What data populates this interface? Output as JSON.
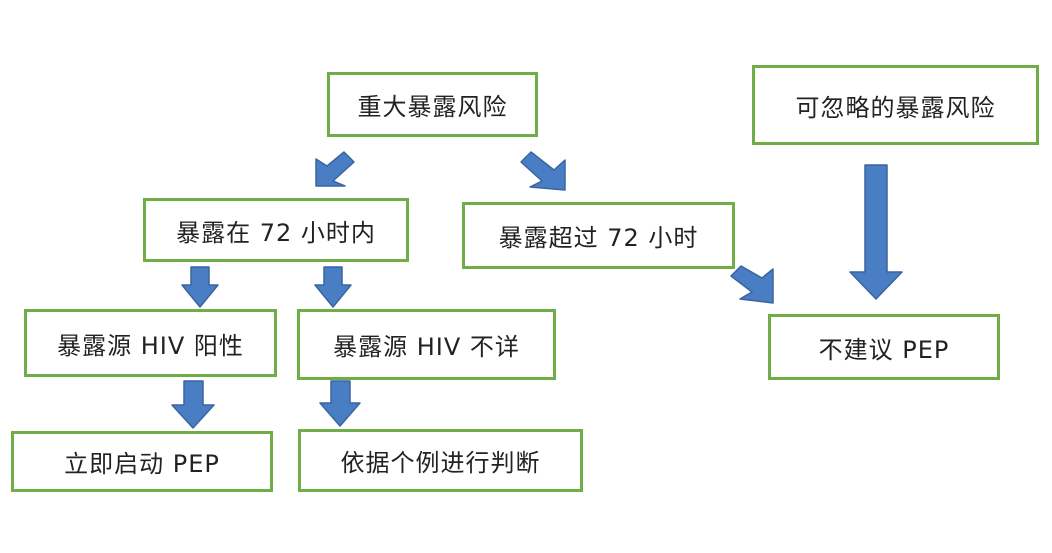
{
  "diagram": {
    "nodes": {
      "major_risk": "重大暴露风险",
      "negligible_risk": "可忽略的暴露风险",
      "within_72h": "暴露在 72 小时内",
      "over_72h": "暴露超过 72 小时",
      "source_hiv_positive": "暴露源 HIV 阳性",
      "source_hiv_unknown": "暴露源 HIV 不详",
      "no_pep": "不建议 PEP",
      "start_pep": "立即启动 PEP",
      "case_by_case": "依据个例进行判断"
    },
    "edges": [
      {
        "from": "major_risk",
        "to": "within_72h"
      },
      {
        "from": "major_risk",
        "to": "over_72h"
      },
      {
        "from": "over_72h",
        "to": "no_pep"
      },
      {
        "from": "negligible_risk",
        "to": "no_pep"
      },
      {
        "from": "within_72h",
        "to": "source_hiv_positive"
      },
      {
        "from": "within_72h",
        "to": "source_hiv_unknown"
      },
      {
        "from": "source_hiv_positive",
        "to": "start_pep"
      },
      {
        "from": "source_hiv_unknown",
        "to": "case_by_case"
      }
    ],
    "colors": {
      "box_border": "#70ad47",
      "arrow_fill": "#4a7ec4"
    }
  }
}
